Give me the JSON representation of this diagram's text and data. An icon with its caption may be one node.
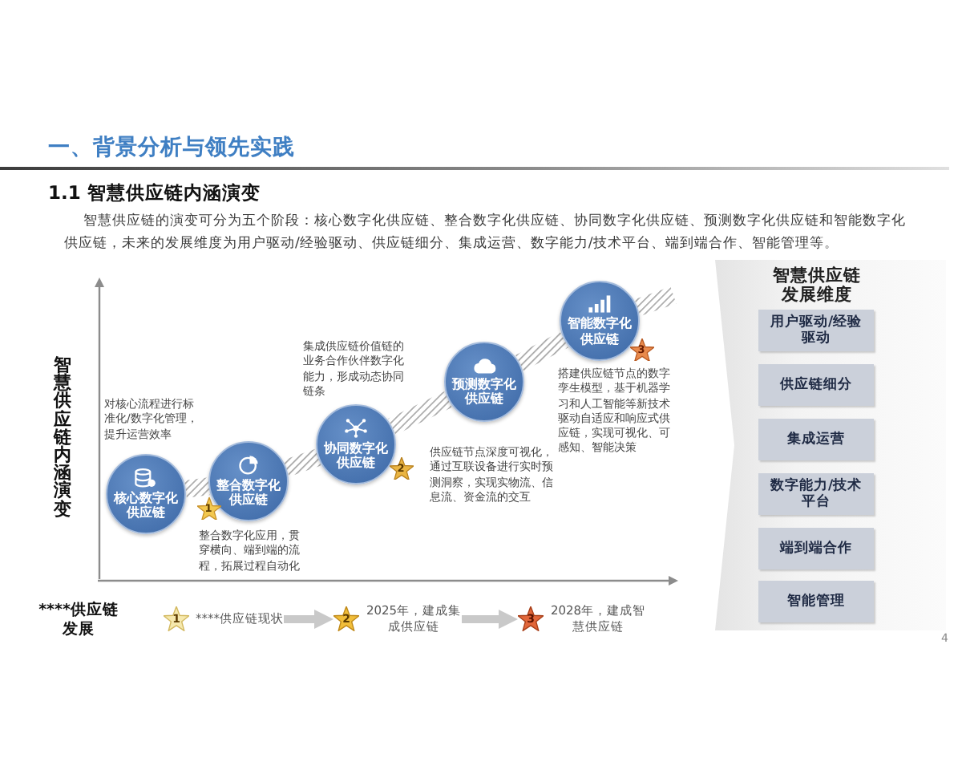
{
  "diagram": {
    "title": "一、背景分析与领先实践",
    "nodes": [
      {
        "text": [
          "核心数字化供应链"
        ],
        "beside": [
          "对核心流程进行标准化/数字化管理，提升运营效率"
        ]
      },
      {
        "text": [
          "整合数字化供应链"
        ],
        "beside": [
          "整合数字化应用，贯穿横向、端到端的流程，拓展过程自动化"
        ]
      },
      {
        "text": [
          "1"
        ]
      },
      {
        "text": [
          "协同数字化供应链"
        ],
        "beside": [
          "集成供应链价值链的业务合作伙伴数字化能力，形成动态协同链条"
        ]
      },
      {
        "text": [
          "2"
        ]
      },
      {
        "text": [
          "预测数字化供应链"
        ],
        "beside": [
          "供应链节点深度可视化，通过互联设备进行实时预测洞察，实现实物流、信息流、资金流的交互"
        ]
      },
      {
        "text": [
          "智能数字化供应链"
        ],
        "beside": [
          "搭建供应链节点的数字孪生模型，基于机器学习和人工智能等新技术驱动自适应和响应式供应链，实现可视化、可感知、智能决策"
        ]
      },
      {
        "text": [
          "3"
        ]
      },
      {
        "text": [
          "智慧供应链发展维度"
        ]
      },
      {
        "text": [
          "用户驱动/经验驱动"
        ],
        "in": 8
      },
      {
        "text": [
          "供应链细分"
        ],
        "in": 8
      },
      {
        "text": [
          "集成运营"
        ],
        "in": 8
      },
      {
        "text": [
          "数字能力/技术平台"
        ],
        "in": 8
      },
      {
        "text": [
          "端到端合作"
        ],
        "in": 8
      },
      {
        "text": [
          "智能管理"
        ],
        "in": 8
      },
      {
        "text": [
          "1"
        ],
        "beside": [
          "****供应链现状"
        ]
      },
      {
        "text": [
          "2"
        ],
        "beside": [
          "2025年，建成集成供应链"
        ]
      },
      {
        "text": [
          "3"
        ],
        "beside": [
          "2028年，建成智慧供应链"
        ]
      }
    ],
    "edges": [
      {
        "from": 0,
        "to": 1,
        "arrow": "none",
        "style": "thick"
      },
      {
        "from": 1,
        "to": 3,
        "arrow": "none",
        "style": "thick"
      },
      {
        "from": 3,
        "to": 5,
        "arrow": "none",
        "style": "thick"
      },
      {
        "from": 5,
        "to": 6,
        "arrow": "none",
        "style": "thick"
      },
      {
        "from": 6,
        "to": null,
        "arrow": "none",
        "style": "thick"
      },
      {
        "from": 15,
        "to": 16,
        "arrow": "to"
      },
      {
        "from": 16,
        "to": 17,
        "arrow": "to"
      }
    ],
    "labels": [
      "1.1 智慧供应链内涵演变",
      "智慧供应链的演变可分为五个阶段：核心数字化供应链、整合数字化供应链、协同数字化供应链、预测数字化供应链和智能数字化供应链，未来的发展维度为用户驱动/经验驱动、供应链细分、集成运营、数字能力/技术平台、端到端合作、智能管理等。",
      "智慧供应链内涵演变",
      "****供应链发展",
      "4"
    ]
  }
}
